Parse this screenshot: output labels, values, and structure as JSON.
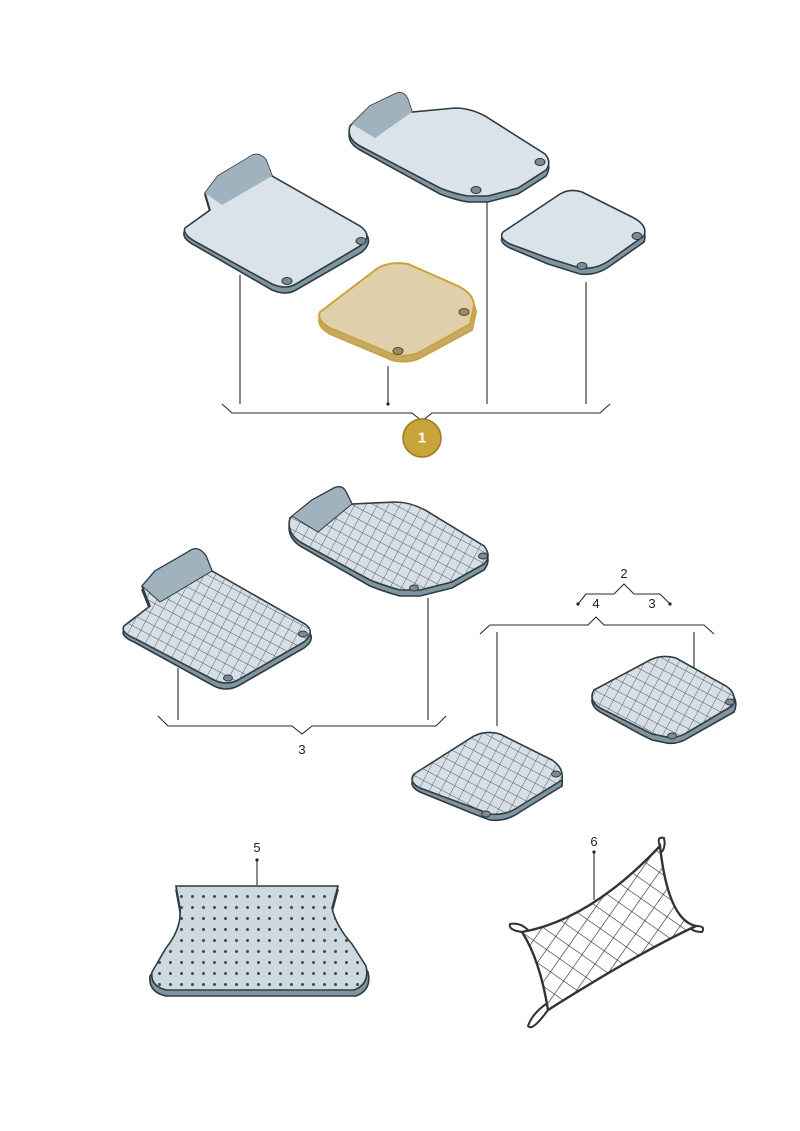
{
  "callouts": {
    "c1": "1",
    "c2": "2",
    "c3_set_right": "3",
    "c3_set_left": "3",
    "c4": "4",
    "c5": "5",
    "c6": "6"
  },
  "colors": {
    "mat_fill": "#d8e2e8",
    "mat_shade": "#8fa4b0",
    "highlight_fill": "#d9c9a4",
    "highlight_edge": "#c9a43a",
    "badge": "#c9a43a",
    "net": "#2e3438"
  },
  "icons": [
    "floor-mat-icon",
    "rubber-mat-icon",
    "trunk-liner-icon",
    "cargo-net-icon"
  ]
}
